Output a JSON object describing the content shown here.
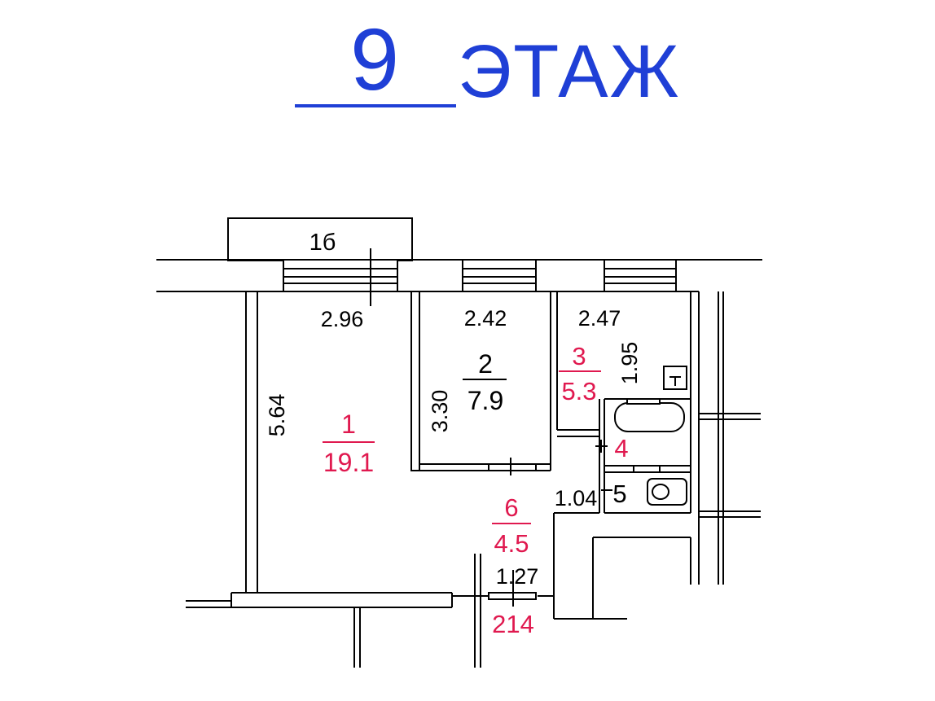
{
  "header": {
    "floor_number": "9",
    "floor_word": "ЭТАЖ"
  },
  "colors": {
    "header": "#1f3fd6",
    "room_label": "#e0194f",
    "lines": "#000000"
  },
  "plan": {
    "balcony_label": "1б",
    "dimensions": {
      "room1_width": "2.96",
      "room2_width": "2.42",
      "room3_width": "2.47",
      "room1_length": "5.64",
      "room2_length": "3.30",
      "room3_length": "1.95",
      "room5_width": "1.04",
      "hall_width": "1.27"
    },
    "rooms": [
      {
        "number": "1",
        "area": "19.1"
      },
      {
        "number": "2",
        "area": "7.9"
      },
      {
        "number": "3",
        "area": "5.3"
      },
      {
        "number": "4"
      },
      {
        "number": "5"
      },
      {
        "number": "6",
        "area": "4.5"
      }
    ],
    "entrance_label": "214"
  }
}
